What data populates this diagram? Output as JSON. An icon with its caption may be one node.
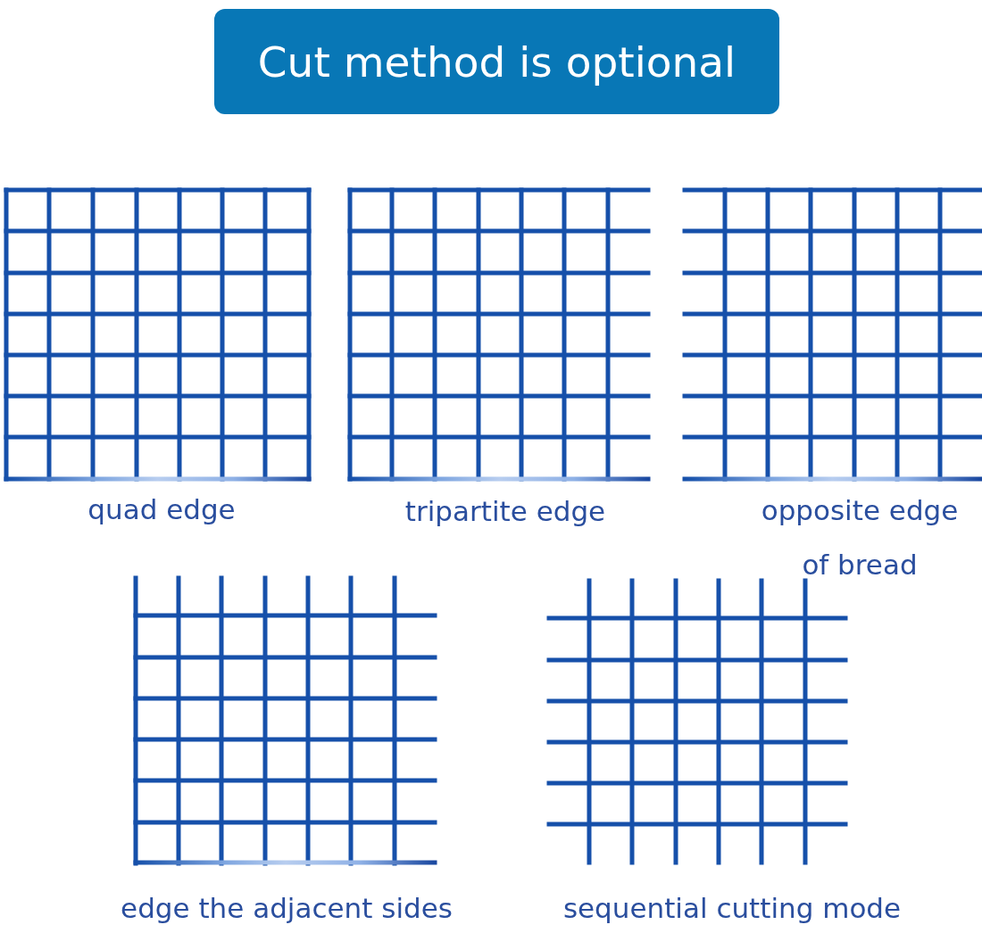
{
  "diagram": {
    "title": "Cut method is optional",
    "labels": [
      "quad edge",
      "tripartite edge",
      "opposite edge of bread",
      "edge the adjacent sides",
      "sequential cutting mode"
    ]
  }
}
